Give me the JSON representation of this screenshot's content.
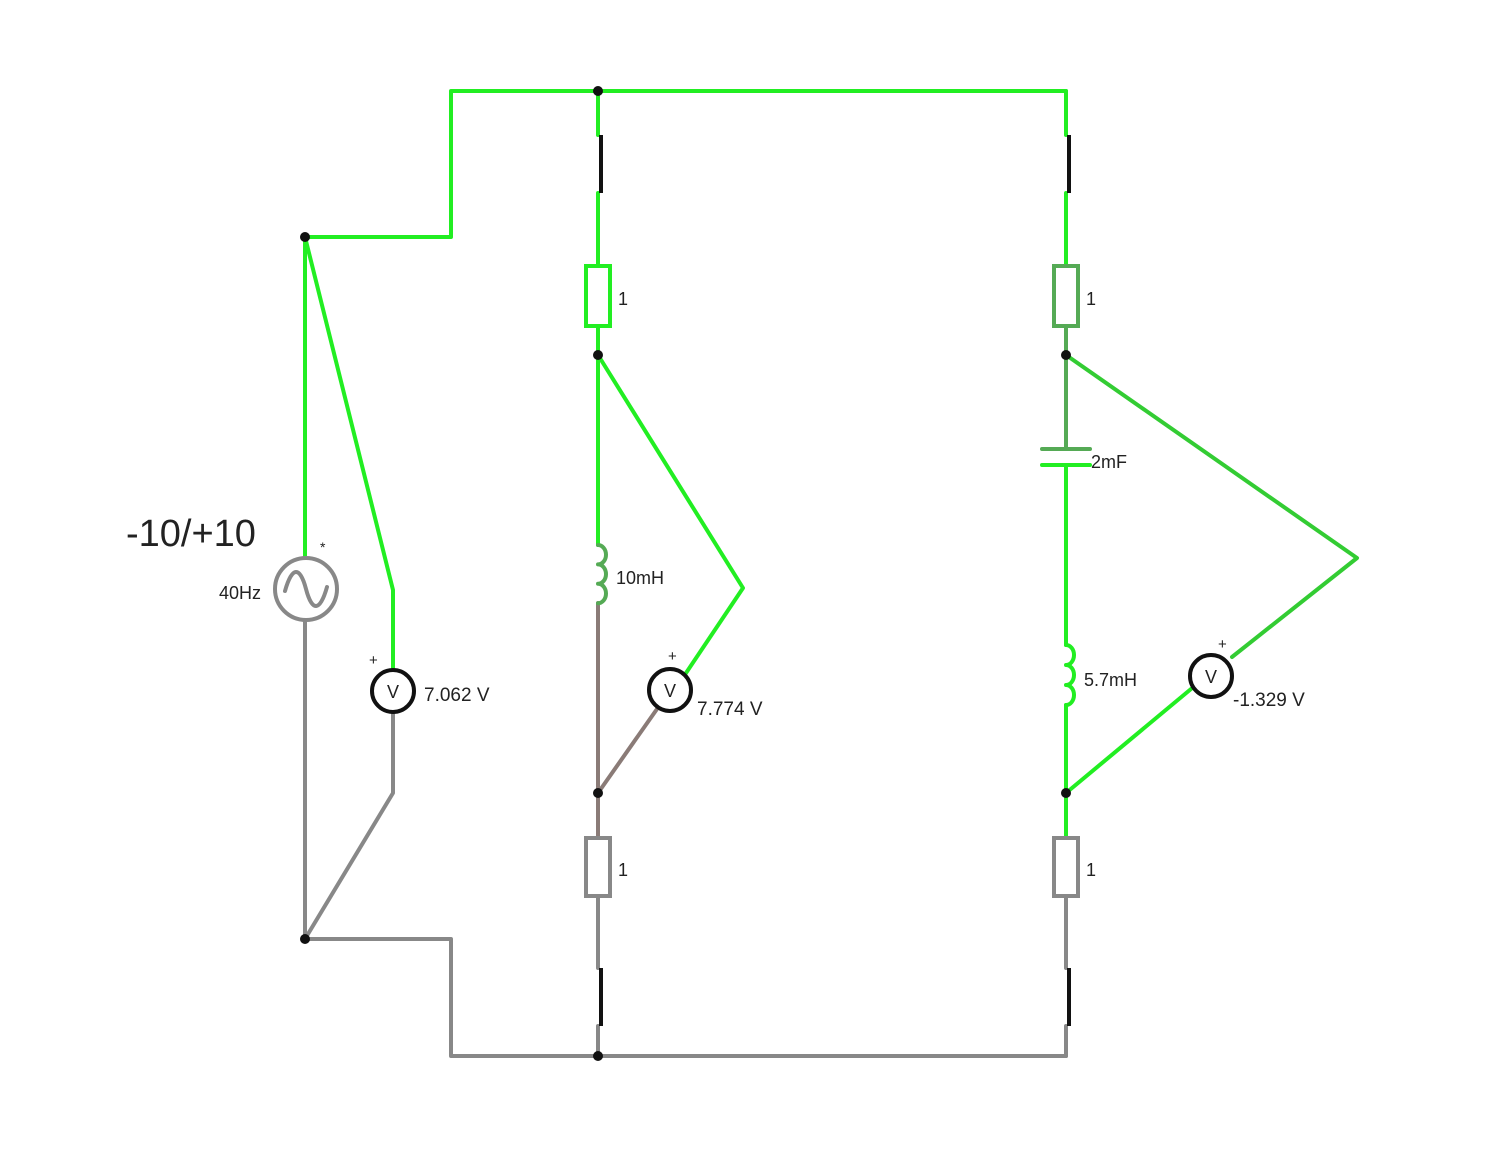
{
  "source": {
    "amplitude_label": "-10/+10",
    "frequency_label": "40Hz",
    "polarity_mark": "*"
  },
  "components": {
    "r_left_top": "1",
    "r_left_bottom": "1",
    "r_right_top": "1",
    "r_right_bottom": "1",
    "inductor_left": "10mH",
    "capacitor_right": "2mF",
    "inductor_right": "5.7mH"
  },
  "meters": {
    "m1": {
      "symbol": "V",
      "plus": "+",
      "reading": "7.062 V"
    },
    "m2": {
      "symbol": "V",
      "plus": "+",
      "reading": "7.774 V"
    },
    "m3": {
      "symbol": "V",
      "plus": "+",
      "reading": "-1.329 V"
    }
  },
  "colors": {
    "active_wire": "#22ee22",
    "mid_wire": "#55aa55",
    "inactive_wire": "#888888",
    "nodes": "#111111"
  }
}
